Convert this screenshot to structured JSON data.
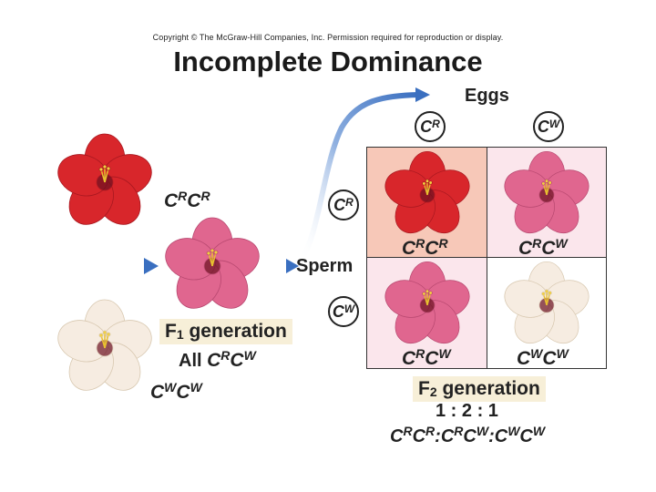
{
  "copyright": "Copyright © The McGraw-Hill Companies, Inc. Permission required for reproduction or display.",
  "title": "Incomplete Dominance",
  "eggs_label": "Eggs",
  "sperm_label": "Sperm",
  "allele_base": "C",
  "parents": {
    "red": {
      "base1": "C",
      "sup1": "R",
      "base2": "C",
      "sup2": "R"
    },
    "white": {
      "base1": "C",
      "sup1": "W",
      "base2": "C",
      "sup2": "W"
    }
  },
  "f1": {
    "label_F": "F",
    "label_sub": "1",
    "label_rest": " generation",
    "all_text": "All ",
    "geno": {
      "base1": "C",
      "sup1": "R",
      "base2": "C",
      "sup2": "W"
    }
  },
  "eggs": [
    {
      "base": "C",
      "sup": "R"
    },
    {
      "base": "C",
      "sup": "W"
    }
  ],
  "sperm": [
    {
      "base": "C",
      "sup": "R"
    },
    {
      "base": "C",
      "sup": "W"
    }
  ],
  "punnett": [
    {
      "base1": "C",
      "sup1": "R",
      "base2": "C",
      "sup2": "R"
    },
    {
      "base1": "C",
      "sup1": "R",
      "base2": "C",
      "sup2": "W"
    },
    {
      "base1": "C",
      "sup1": "R",
      "base2": "C",
      "sup2": "W"
    },
    {
      "base1": "C",
      "sup1": "W",
      "base2": "C",
      "sup2": "W"
    }
  ],
  "f2": {
    "label_F": "F",
    "label_sub": "2",
    "label_rest": " generation",
    "ratio": "1 : 2 : 1",
    "g1": {
      "base1": "C",
      "sup1": "R",
      "base2": "C",
      "sup2": "R"
    },
    "sep": ":",
    "g2": {
      "base1": "C",
      "sup1": "R",
      "base2": "C",
      "sup2": "W"
    },
    "g3": {
      "base1": "C",
      "sup1": "W",
      "base2": "C",
      "sup2": "W"
    }
  },
  "colors": {
    "red_flower": "#d8262b",
    "pink_flower": "#e0668f",
    "white_flower": "#f6ece1",
    "cell_red_bg": "#f7c8b8",
    "cell_pink_bg": "#fbe6ec",
    "arrow_blue": "#3a6fc0"
  }
}
